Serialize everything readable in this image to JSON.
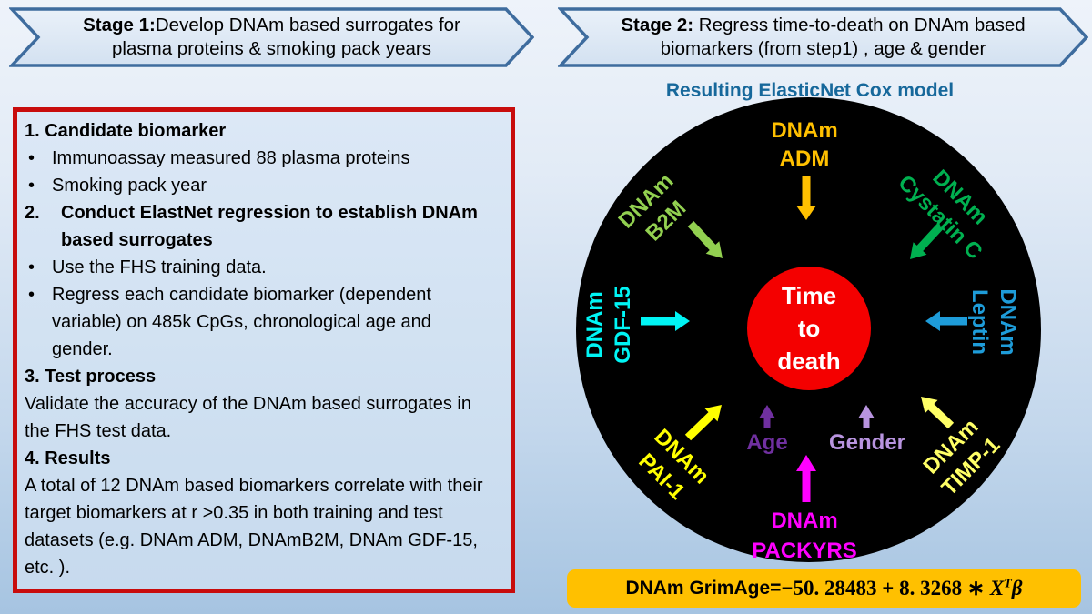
{
  "stage1": {
    "label": "Stage 1:",
    "text": "Develop DNAm based surrogates for plasma proteins & smoking  pack years"
  },
  "stage2": {
    "label": "Stage 2:",
    "text": " Regress time-to-death on DNAm based biomarkers (from step1) , age & gender"
  },
  "box": {
    "bullet": "•",
    "h1": "1. Candidate biomarker",
    "b1": "Immunoassay measured 88 plasma proteins",
    "b2": "Smoking pack year",
    "n2": "2.",
    "h2": "Conduct ElastNet regression to establish DNAm based surrogates",
    "b3": "Use the FHS training data.",
    "b4": "Regress each candidate biomarker (dependent variable) on 485k CpGs, chronological age and gender.",
    "h3": "3. Test process",
    "p3": "Validate the accuracy of the DNAm based surrogates in the FHS test data.",
    "h4": "4. Results",
    "p4": "A total of 12 DNAm based biomarkers correlate with their target biomarkers at r >0.35 in both training and test datasets (e.g. DNAm ADM, DNAmB2M, DNAm GDF-15, etc. )."
  },
  "model": {
    "title": "Resulting ElasticNet Cox model",
    "title_color": "#17689B",
    "center": {
      "l1": "Time",
      "l2": "to",
      "l3": "death",
      "bg": "#F40000"
    },
    "nodes": [
      {
        "id": "adm",
        "l1": "DNAm",
        "l2": "ADM",
        "color": "#FFC000"
      },
      {
        "id": "b2m",
        "l1": "DNAm",
        "l2": "B2M",
        "color": "#92D050"
      },
      {
        "id": "cystatin-c",
        "l1": "DNAm",
        "l2": "Cystatin C",
        "color": "#00B050"
      },
      {
        "id": "gdf-15",
        "l1": "DNAm",
        "l2": "GDF-15",
        "color": "#00F5F5"
      },
      {
        "id": "leptin",
        "l1": "DNAm",
        "l2": "Leptin",
        "color": "#1E9CD9"
      },
      {
        "id": "pai-1",
        "l1": "DNAm",
        "l2": "PAI-1",
        "color": "#FFFF00"
      },
      {
        "id": "timp-1",
        "l1": "DNAm",
        "l2": "TIMP-1",
        "color": "#FFFF66"
      },
      {
        "id": "age",
        "l1": "Age",
        "color": "#7030A0"
      },
      {
        "id": "gender",
        "l1": "Gender",
        "color": "#B894DF"
      },
      {
        "id": "packyrs",
        "l1": "DNAm",
        "l2": "PACKYRS",
        "color": "#FF00FF"
      }
    ],
    "formula": {
      "prefix": "DNAm GrimAge=",
      "body": "−50. 28483 + 8. 3268 ∗ ",
      "var": "X",
      "sup": "T",
      "beta": "β",
      "bg": "#FFC000"
    }
  },
  "colors": {
    "banner_border": "#3E6C9E",
    "box_border": "#C80C0C",
    "circle_bg": "#000000"
  }
}
